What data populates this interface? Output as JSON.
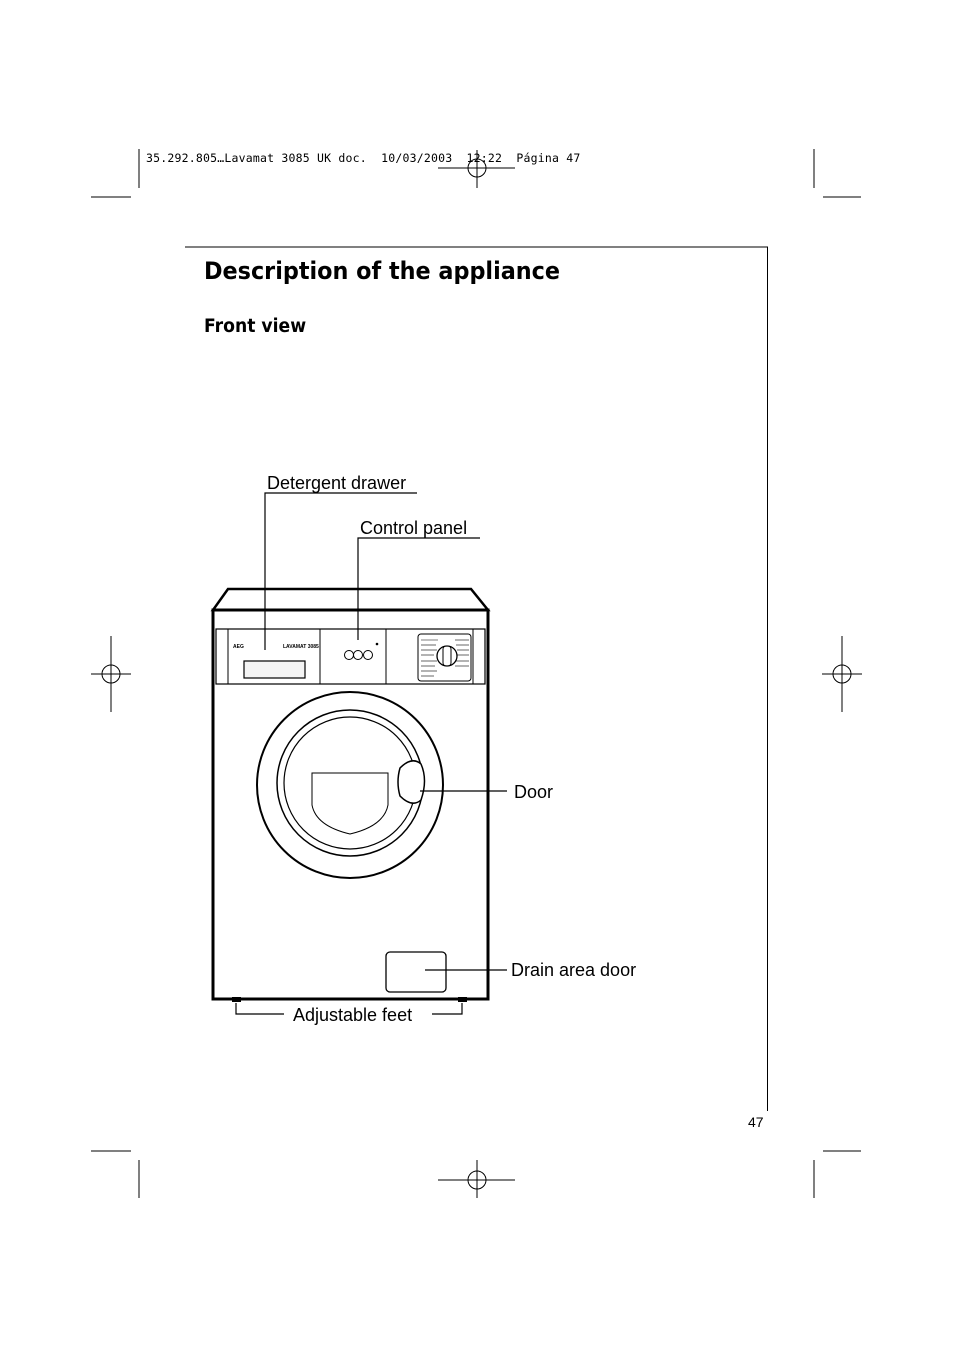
{
  "print_header": "35.292.805…Lavamat 3085 UK doc.  10/03/2003  12:22  Página 47",
  "section_title": "Description of the appliance",
  "subsection_title": "Front view",
  "callouts": {
    "detergent_drawer": "Detergent drawer",
    "control_panel": "Control panel",
    "door": "Door",
    "drain_area_door": "Drain area door",
    "adjustable_feet": "Adjustable feet"
  },
  "appliance_panel": {
    "brand": "AEG",
    "model": "LAVAMAT 3085"
  },
  "page_number": "47"
}
